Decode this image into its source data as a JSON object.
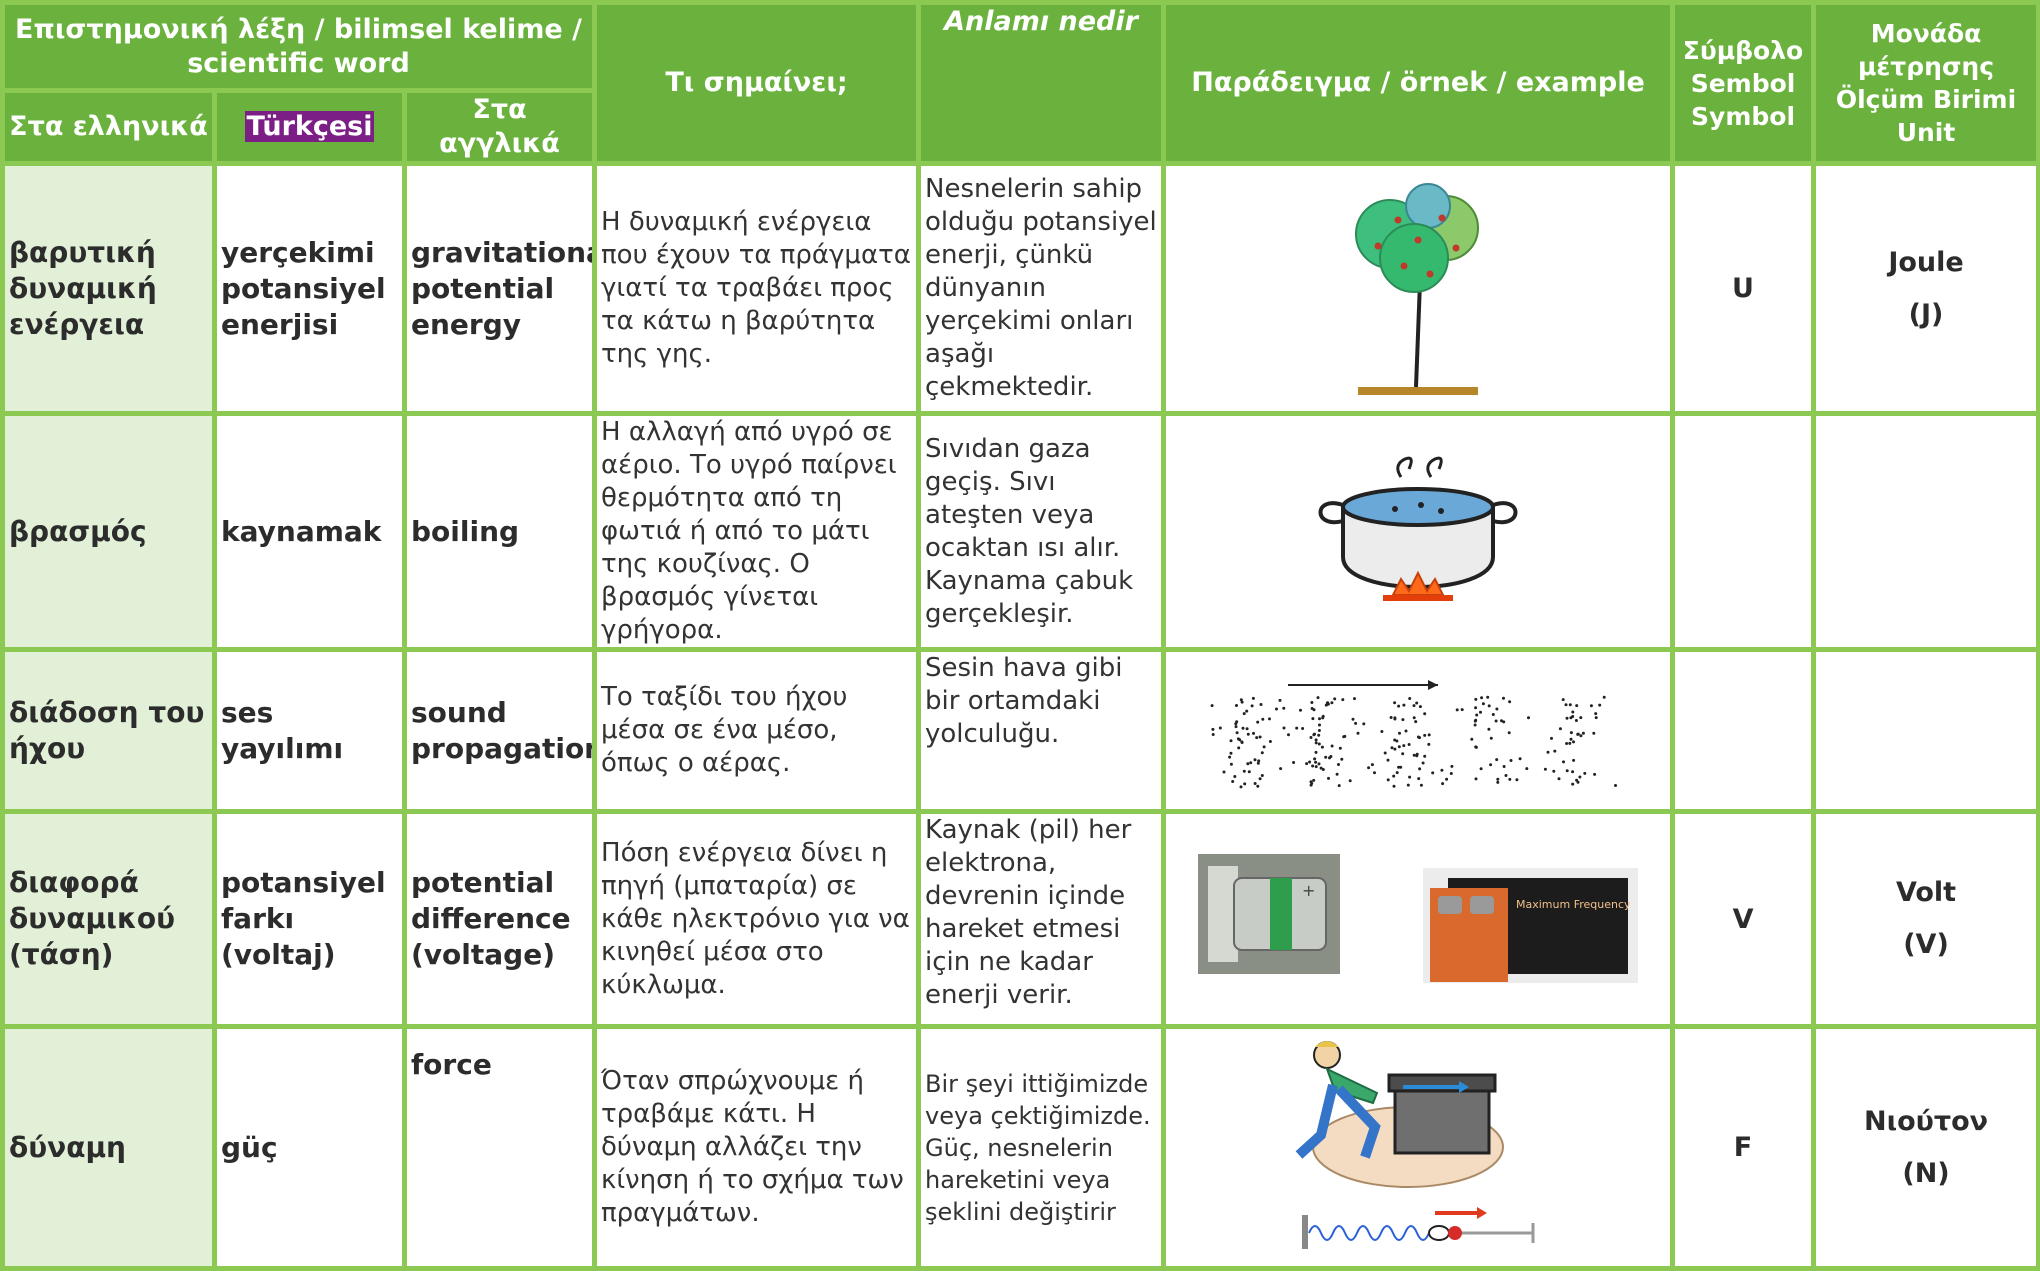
{
  "header": {
    "scientific_word": "Επιστημονική λέξη / bilimsel kelime / scientific word",
    "greek": "Στα ελληνικά",
    "turkish": "Türkçesi",
    "english": "Στα αγγλικά",
    "meaning_gr": "Τι σημαίνει;",
    "meaning_tr": "Anlamı nedir",
    "example": "Παράδειγμα / örnek / example",
    "symbol_1": "Σύμβολο",
    "symbol_2": "Sembol",
    "symbol_3": "Symbol",
    "unit_1": "Μονάδα",
    "unit_2": "μέτρησης",
    "unit_3": "Ölçüm Birimi",
    "unit_4": "Unit"
  },
  "rows": [
    {
      "greek": "βαρυτική δυναμική ενέργεια",
      "turkish": "yerçekimi potansiyel enerjisi",
      "english": "gravitational potential energy",
      "meaning_gr": "Η δυναμική ενέργεια που έχουν τα πράγματα γιατί τα τραβάει προς τα κάτω η βαρύτητα της γης.",
      "meaning_tr": "Nesnelerin sahip olduğu potansiyel enerji, çünkü dünyanın yerçekimi onları aşağı çekmektedir.",
      "example_icon": "apple-tree-drawing",
      "symbol": "U",
      "unit": "Joule",
      "unit_abbr": "(J)"
    },
    {
      "greek": "βρασμός",
      "turkish": "kaynamak",
      "english": "boiling",
      "meaning_gr": "Η αλλαγή από υγρό σε αέριο. Το υγρό παίρνει θερμότητα από τη φωτιά ή από το μάτι της κουζίνας. Ο βρασμός γίνεται γρήγορα.",
      "meaning_tr": "Sıvıdan gaza geçiş. Sıvı ateşten veya ocaktan ısı alır. Kaynama çabuk gerçekleşir.",
      "example_icon": "boiling-pot-drawing",
      "symbol": "",
      "unit": "",
      "unit_abbr": ""
    },
    {
      "greek": "διάδοση του ήχου",
      "turkish": "ses yayılımı",
      "english": "sound propagation",
      "meaning_gr": "Το ταξίδι του ήχου μέσα σε ένα μέσο, όπως ο αέρας.",
      "meaning_tr": "Sesin hava gibi bir ortamdaki yolculuğu.",
      "example_icon": "sound-wave-dots",
      "symbol": "",
      "unit": "",
      "unit_abbr": ""
    },
    {
      "greek": "διαφορά δυναμικού (τάση)",
      "turkish": "potansiyel farkı (voltaj)",
      "english": "potential difference (voltage)",
      "meaning_gr": "Πόση ενέργεια δίνει η πηγή (μπαταρία) σε κάθε ηλεκτρόνιο για να κινηθεί μέσα στο κύκλωμα.",
      "meaning_tr": "Kaynak (pil) her elektrona, devrenin içinde hareket etmesi için ne kadar enerji verir.",
      "example_icon": "batteries-photo",
      "battery_label": "Maximum Frequency",
      "symbol": "V",
      "unit": "Volt",
      "unit_abbr": "(V)"
    },
    {
      "greek": "δύναμη",
      "turkish": "güç",
      "english": "force",
      "meaning_gr": "Όταν σπρώχνουμε ή τραβάμε κάτι. Η δύναμη αλλάζει την κίνηση ή το σχήμα των πραγμάτων.",
      "meaning_tr": "Bir şeyi ittiğimizde veya çektiğimizde. Güç, nesnelerin hareketini veya şeklini değiştirir",
      "example_icon": "pushing-box-and-spring",
      "symbol": "F",
      "unit": "Νιούτον",
      "unit_abbr": "(N)"
    }
  ]
}
